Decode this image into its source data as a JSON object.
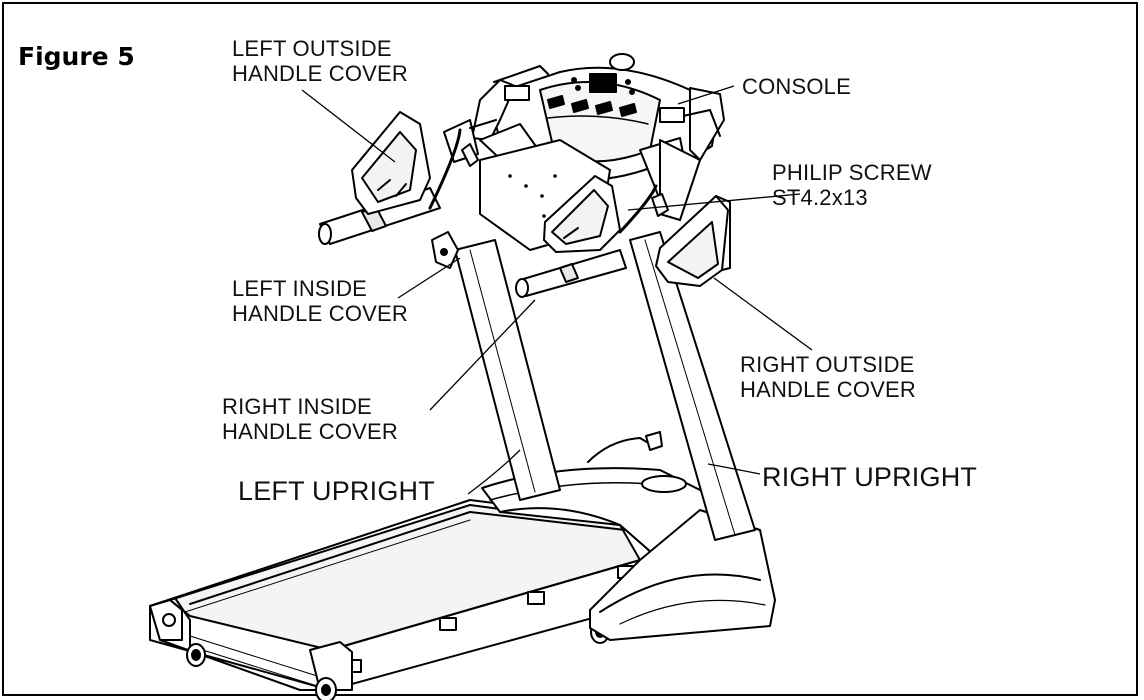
{
  "figure": {
    "title": "Figure 5"
  },
  "labels": {
    "left_outside": [
      "LEFT OUTSIDE",
      "HANDLE COVER"
    ],
    "console": "CONSOLE",
    "philip_screw": [
      "PHILIP SCREW",
      "ST4.2x13"
    ],
    "left_inside": [
      "LEFT INSIDE",
      "HANDLE COVER"
    ],
    "right_outside": [
      "RIGHT OUTSIDE",
      "HANDLE COVER"
    ],
    "right_inside": [
      "RIGHT INSIDE",
      "HANDLE COVER"
    ],
    "left_upright": "LEFT UPRIGHT",
    "right_upright": "RIGHT UPRIGHT"
  }
}
